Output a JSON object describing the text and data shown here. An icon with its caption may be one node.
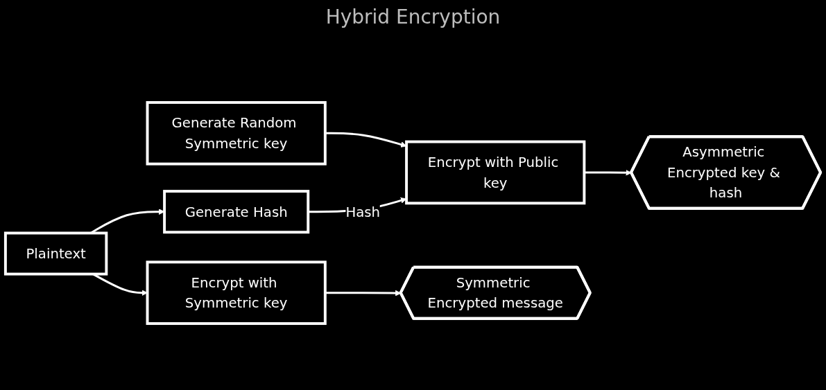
{
  "diagram": {
    "title": "Hybrid Encryption",
    "nodes": [
      {
        "text": [
          "Plaintext"
        ]
      },
      {
        "text": [
          "Encrypt with Symmetric key"
        ]
      },
      {
        "text": [
          "Generate Random Symmetric key"
        ]
      },
      {
        "text": [
          "Encrypt with Public key"
        ]
      },
      {
        "text": [
          "Asymmetric Encrypted key & hash"
        ]
      },
      {
        "text": [
          "Symmetric Encrypted message"
        ]
      },
      {
        "text": [
          "Generate Hash"
        ]
      }
    ],
    "edges": [
      {
        "from": 0,
        "to": 1,
        "arrow": "to"
      },
      {
        "from": 0,
        "to": 6,
        "arrow": "to"
      },
      {
        "from": 1,
        "to": 5,
        "arrow": "to"
      },
      {
        "from": 2,
        "to": 3,
        "arrow": "to"
      },
      {
        "from": 3,
        "to": 4,
        "arrow": "to"
      },
      {
        "from": 6,
        "to": 3,
        "label": "Hash",
        "arrow": "to"
      }
    ]
  }
}
